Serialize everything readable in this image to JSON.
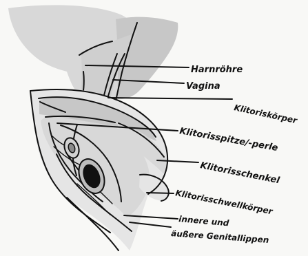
{
  "diagram": {
    "labels": {
      "harnroehre": "Harnröhre",
      "vagina": "Vagina",
      "klitoriskoerper": "Klitoriskörper",
      "klitorisspitze": "Klitorisspitze/-perle",
      "klitorisschenkel": "Klitorisschenkel",
      "klitorisschwellkoerper": "Klitorisschwellkörper",
      "innere_und": "innere und",
      "aeussere": "äußere Genitallippen"
    },
    "colors": {
      "ink": "#111111",
      "paper": "#f8f8f6",
      "shade_dark": "#c7c7c7",
      "shade_mid": "#cfcfcf",
      "shade_light": "#e5e5e5"
    }
  }
}
